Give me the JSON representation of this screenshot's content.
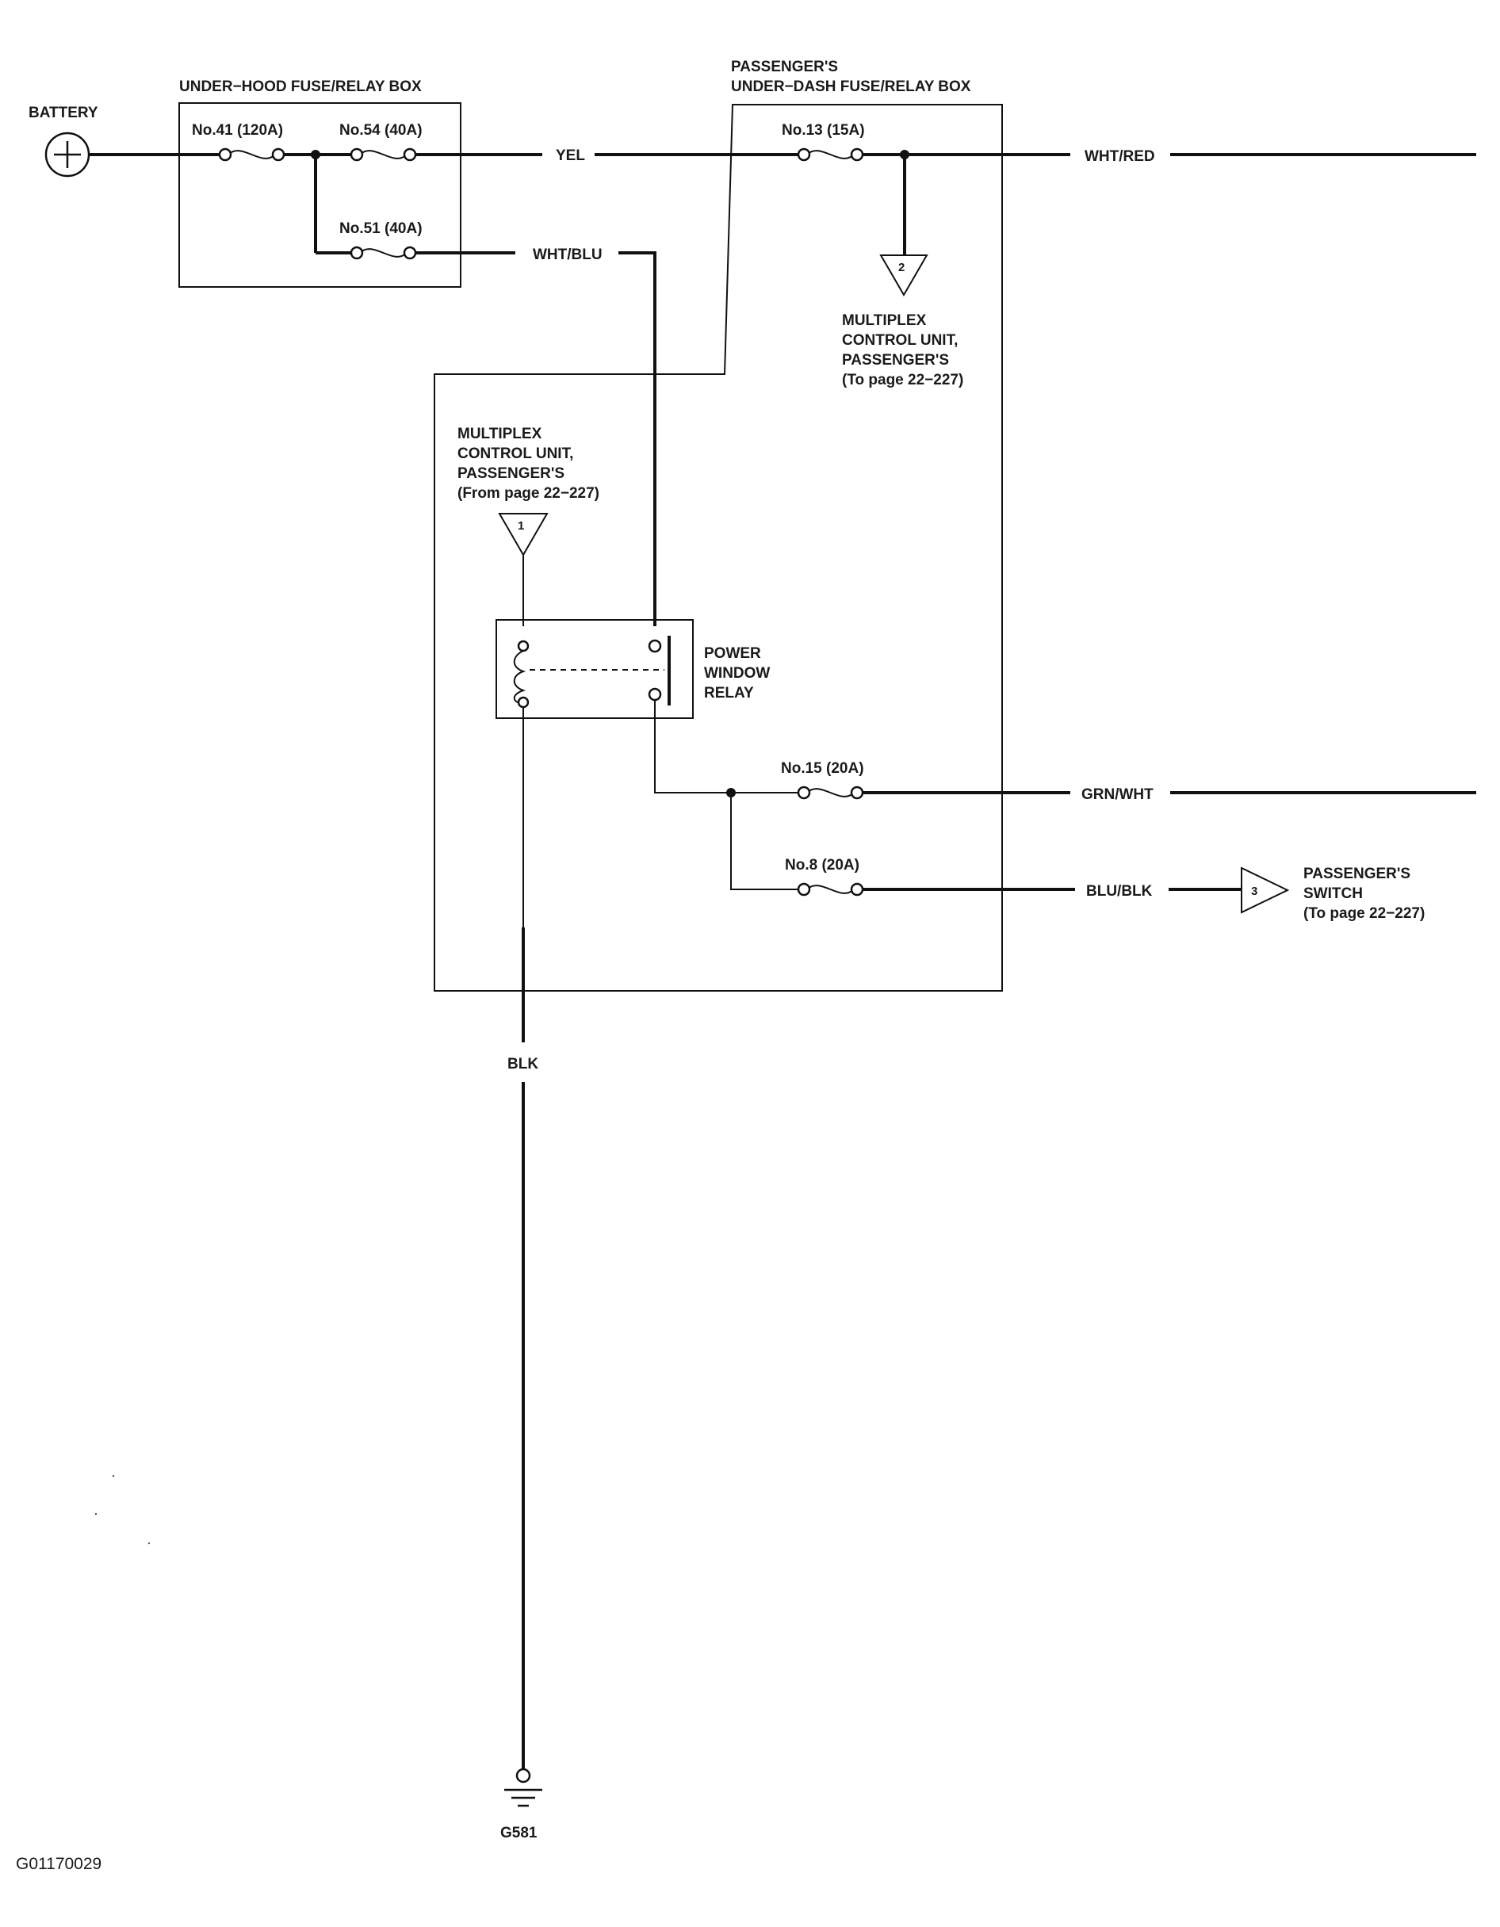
{
  "battery": {
    "label": "BATTERY"
  },
  "underhood_box": {
    "title": "UNDER−HOOD FUSE/RELAY BOX",
    "fuse_41": "No.41 (120A)",
    "fuse_54": "No.54 (40A)",
    "fuse_51": "No.51 (40A)"
  },
  "underdash_box": {
    "title_line1": "PASSENGER'S",
    "title_line2": "UNDER−DASH FUSE/RELAY BOX",
    "fuse_13": "No.13 (15A)",
    "fuse_15": "No.15 (20A)",
    "fuse_8": "No.8 (20A)"
  },
  "wires": {
    "yel": "YEL",
    "wht_blu": "WHT/BLU",
    "wht_red": "WHT/RED",
    "grn_wht": "GRN/WHT",
    "blu_blk": "BLU/BLK",
    "blk": "BLK"
  },
  "connector_1": {
    "number": "1",
    "line1": "MULTIPLEX",
    "line2": "CONTROL UNIT,",
    "line3": "PASSENGER'S",
    "line4": "(From page 22−227)"
  },
  "connector_2": {
    "number": "2",
    "line1": "MULTIPLEX",
    "line2": "CONTROL UNIT,",
    "line3": "PASSENGER'S",
    "line4": "(To page 22−227)"
  },
  "connector_3": {
    "number": "3",
    "line1": "PASSENGER'S",
    "line2": "SWITCH",
    "line3": "(To page 22−227)"
  },
  "relay": {
    "line1": "POWER",
    "line2": "WINDOW",
    "line3": "RELAY"
  },
  "ground": {
    "label": "G581"
  },
  "figure_code": "G01170029"
}
